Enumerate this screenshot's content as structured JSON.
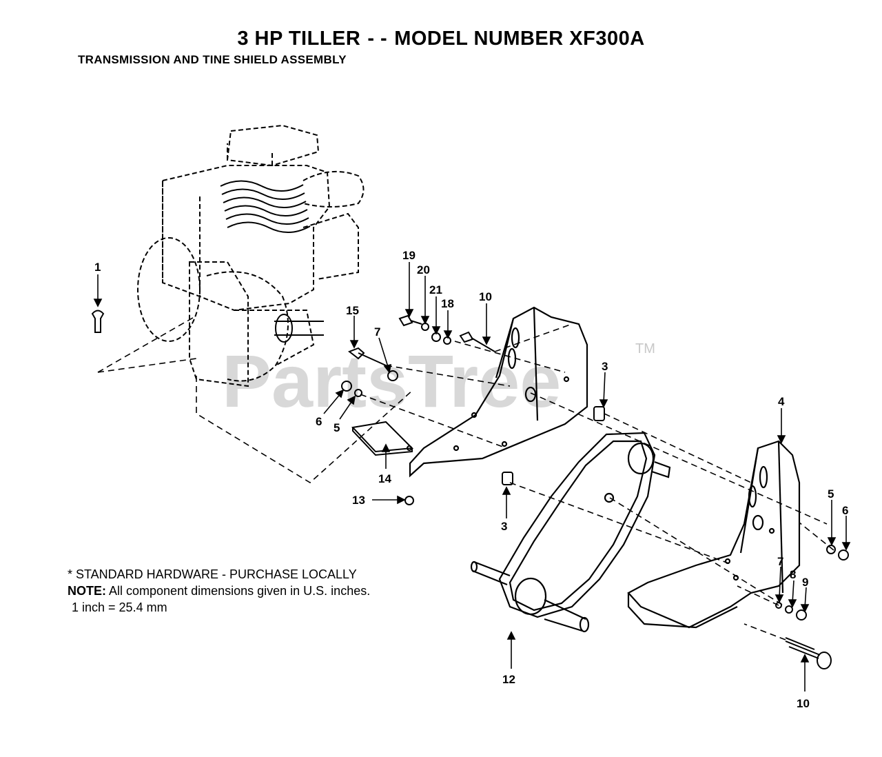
{
  "title": {
    "prefix": "3 HP TILLER",
    "separator": "- -",
    "model": "MODEL NUMBER XF300A"
  },
  "subtitle": "TRANSMISSION AND TINE SHIELD ASSEMBLY",
  "watermark": {
    "text": "PartsTree",
    "trademark": "TM"
  },
  "notes": {
    "standard_hardware": "*  STANDARD HARDWARE - PURCHASE LOCALLY",
    "note_label": "NOTE:",
    "note_text": "All component dimensions given in U.S. inches.",
    "conversion": "1 inch = 25.4 mm"
  },
  "callouts": [
    {
      "id": "c1",
      "label": "1"
    },
    {
      "id": "c19",
      "label": "19"
    },
    {
      "id": "c20",
      "label": "20"
    },
    {
      "id": "c21",
      "label": "21"
    },
    {
      "id": "c18",
      "label": "18"
    },
    {
      "id": "c10a",
      "label": "10"
    },
    {
      "id": "c15",
      "label": "15"
    },
    {
      "id": "c7a",
      "label": "7"
    },
    {
      "id": "c3a",
      "label": "3"
    },
    {
      "id": "c4",
      "label": "4"
    },
    {
      "id": "c6a",
      "label": "6"
    },
    {
      "id": "c5a",
      "label": "5"
    },
    {
      "id": "c14",
      "label": "14"
    },
    {
      "id": "c13",
      "label": "13"
    },
    {
      "id": "c3b",
      "label": "3"
    },
    {
      "id": "c5b",
      "label": "5"
    },
    {
      "id": "c6b",
      "label": "6"
    },
    {
      "id": "c7b",
      "label": "7"
    },
    {
      "id": "c8",
      "label": "8"
    },
    {
      "id": "c9",
      "label": "9"
    },
    {
      "id": "c12",
      "label": "12"
    },
    {
      "id": "c10b",
      "label": "10"
    }
  ]
}
